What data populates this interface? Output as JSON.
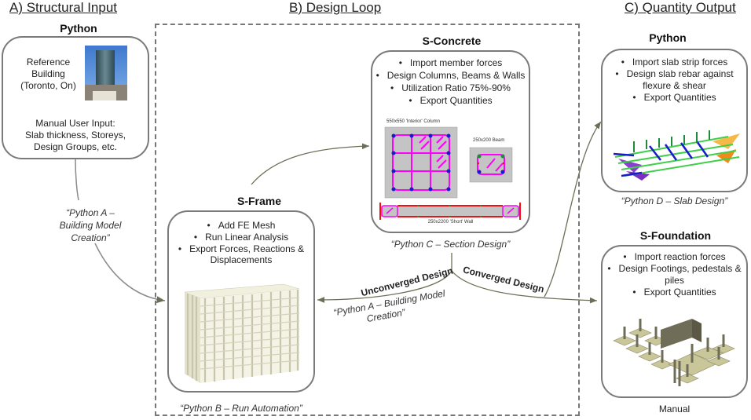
{
  "sections": {
    "a": "A) Structural Input",
    "b": "B) Design Loop",
    "c": "C) Quantity Output"
  },
  "input_box": {
    "title": "Python",
    "reference": [
      "Reference",
      "Building",
      "(Toronto, On)"
    ],
    "image_icon": "building-photo-icon",
    "manual_input": [
      "Manual User Input:",
      "Slab thickness, Storeys,",
      "Design Groups, etc."
    ]
  },
  "input_arrow_caption": [
    "“Python A –",
    "Building Model",
    "Creation”"
  ],
  "sframe": {
    "title": "S-Frame",
    "bullets": [
      "Add FE Mesh",
      "Run Linear Analysis",
      "Export Forces, Reactions &",
      "Displacements"
    ],
    "caption": "“Python B – Run Automation”"
  },
  "sconcrete": {
    "title": "S-Concrete",
    "bullets": [
      "Import member forces",
      "Design Columns, Beams & Walls",
      "Utilization Ratio 75%-90%",
      "Export Quantities"
    ],
    "column_label": "550x550 'Interior' Column",
    "beam_label": "250x200 Beam",
    "wall_label": "250x2200 'Short' Wall",
    "caption": "“Python C – Section Design”"
  },
  "loop_labels": {
    "unconverged": "Unconverged Design",
    "converged": "Converged Design",
    "return_caption": [
      "“Python A – Building Model",
      "Creation”"
    ]
  },
  "slab_box": {
    "title": "Python",
    "bullets": [
      "Import slab strip forces",
      "Design slab rebar against",
      "flexure & shear",
      "Export Quantities"
    ],
    "caption": "“Python D – Slab Design”"
  },
  "foundation_box": {
    "title": "S-Foundation",
    "bullets": [
      "Import reaction forces",
      "Design Footings, pedestals &",
      "piles",
      "Export Quantities"
    ],
    "caption": "Manual"
  },
  "colors": {
    "arrow": "#6e6e58",
    "box_border": "#7a7a7a",
    "rebar": "#ff00ff",
    "bar_blue": "#1a1acc",
    "bar_green": "#1f8a3a",
    "wall_red": "#ee1111",
    "section_grey": "#c4c4c4",
    "frame_cream": "#e9e8d2",
    "foundation_olive": "#c9c69a"
  }
}
